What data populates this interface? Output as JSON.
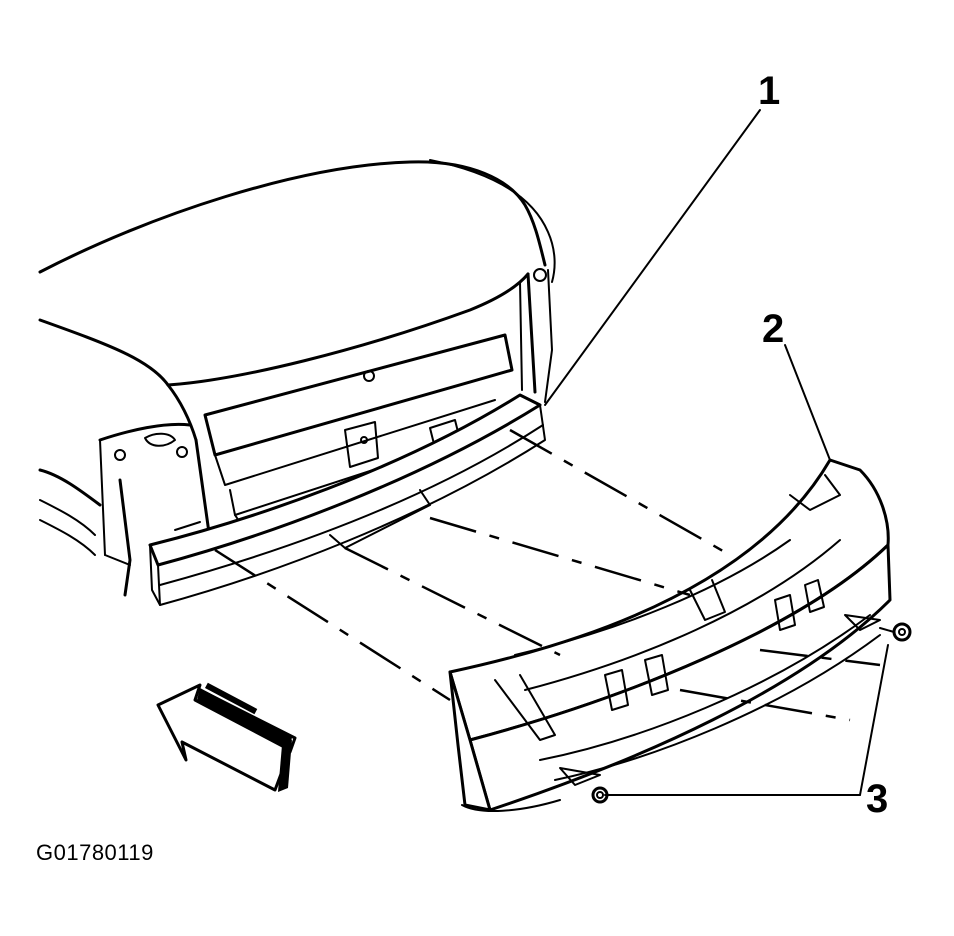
{
  "callouts": {
    "one": "1",
    "two": "2",
    "three": "3"
  },
  "figure_id": "G01780119",
  "icons": {
    "direction": "forward-arrow-icon"
  }
}
